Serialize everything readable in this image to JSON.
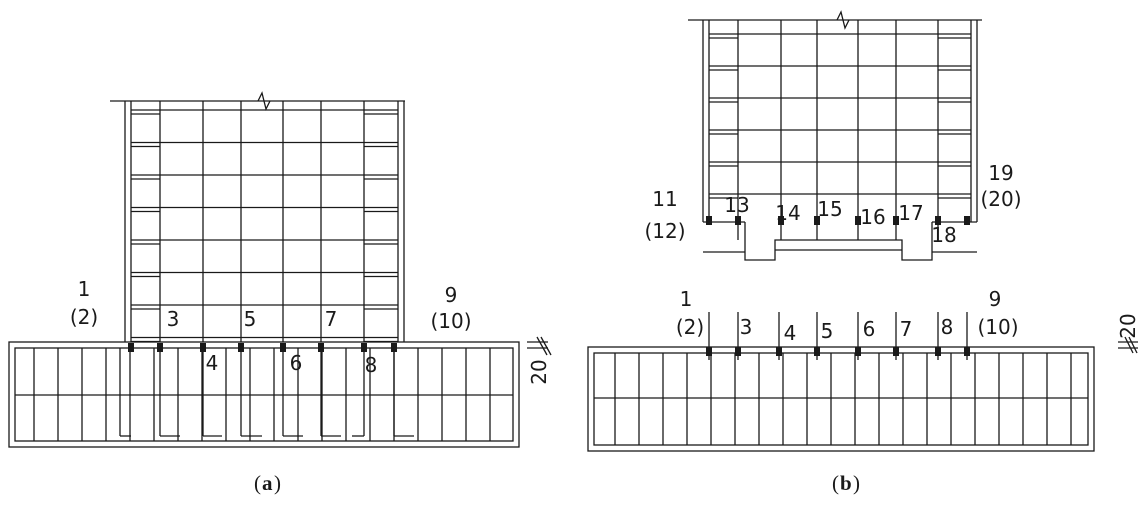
{
  "panel_a": {
    "caption_letter": "a",
    "labels": [
      "1",
      "(2)",
      "3",
      "4",
      "5",
      "6",
      "7",
      "8",
      "9",
      "(10)"
    ],
    "dimension": "20"
  },
  "panel_b": {
    "caption_letter": "b",
    "labels": [
      "11",
      "(12)",
      "13",
      "14",
      "15",
      "16",
      "17",
      "18",
      "19",
      "(20)",
      "1",
      "(2)",
      "3",
      "4",
      "5",
      "6",
      "7",
      "8",
      "9",
      "(10)"
    ],
    "dimension": "20"
  },
  "colors": {
    "line": "#1a1a1a",
    "background": "#ffffff"
  }
}
